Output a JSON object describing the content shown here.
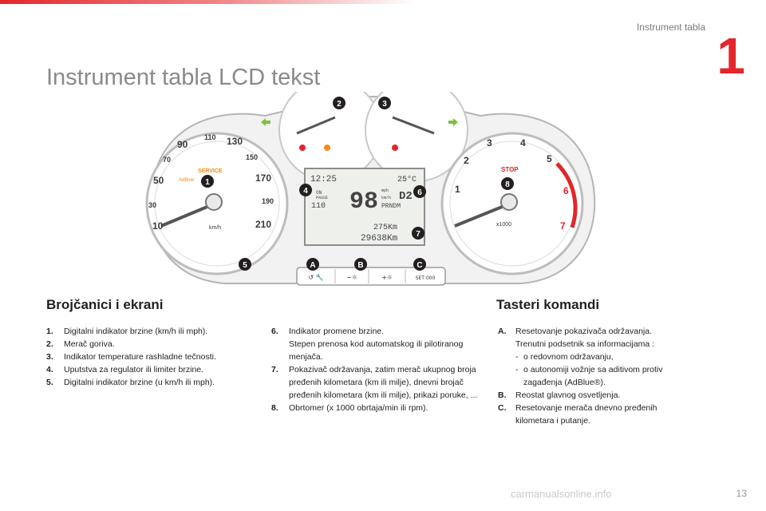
{
  "header": {
    "section_title": "Instrument tabla",
    "chapter_number": "1",
    "page_title": "Instrument tabla LCD tekst",
    "accent_color": "#e3262a"
  },
  "dashboard": {
    "speedo_ticks": [
      "10",
      "30",
      "50",
      "70",
      "90",
      "110",
      "130",
      "150",
      "170",
      "190",
      "210"
    ],
    "speedo_unit": "km/h",
    "service_label": "SERVICE",
    "adblue_label": "AdBlue",
    "tacho_ticks": [
      "1",
      "2",
      "3",
      "4",
      "5",
      "6",
      "7"
    ],
    "tacho_unit": "x1000",
    "stop_label": "STOP",
    "lcd": {
      "time": "12:25",
      "outside_temp": "25°C",
      "speed_big": "98",
      "gear": "D2",
      "mph_label": "mph",
      "kmh_label": "km/h",
      "gear_strip": "PRNDM",
      "limiter_state": "ON",
      "limiter_mode": "PAUSE",
      "limiter_speed": "110",
      "trip": "275Km",
      "odometer": "29638Km"
    },
    "callouts": [
      "1",
      "2",
      "3",
      "4",
      "5",
      "6",
      "7",
      "8"
    ],
    "buttons": [
      {
        "letter": "A",
        "label": "↺ 🔧"
      },
      {
        "letter": "B",
        "label": "−☼"
      },
      {
        "letter": "C",
        "label": "SET 000"
      }
    ],
    "button_plus_label": "+☼"
  },
  "left_column": {
    "heading": "Brojčanici i ekrani",
    "items": [
      {
        "num": "1.",
        "text": "Digitalni indikator brzine (km/h ili mph)."
      },
      {
        "num": "2.",
        "text": "Merač goriva."
      },
      {
        "num": "3.",
        "text": "Indikator temperature rashladne tečnosti."
      },
      {
        "num": "4.",
        "text": "Uputstva za regulator ili limiter brzine."
      },
      {
        "num": "5.",
        "text": "Digitalni indikator brzine (u km/h ili mph)."
      }
    ]
  },
  "middle_column": {
    "items": [
      {
        "num": "6.",
        "text": "Indikator promene brzine.",
        "text2": "Stepen prenosa kod automatskog ili pilotiranog menjača."
      },
      {
        "num": "7.",
        "text": "Pokazivač održavanja, zatim merač ukupnog broja pređenih kilometara (km ili milje), dnevni brojač pređenih kilometara (km ili milje), prikazi poruke, ..."
      },
      {
        "num": "8.",
        "text": "Obrtomer (x 1000 obrtaja/min ili rpm)."
      }
    ]
  },
  "right_column": {
    "heading": "Tasteri komandi",
    "item_a_num": "A.",
    "item_a_text": "Resetovanje pokazivača održavanja.",
    "item_a_text2": "Trenutni podsetnik sa informacijama :",
    "sub_items": [
      "o redovnom održavanju,",
      "o autonomiji vožnje sa aditivom protiv zagađenja (AdBlue®)."
    ],
    "item_b_num": "B.",
    "item_b_text": "Reostat glavnog osvetljenja.",
    "item_c_num": "C.",
    "item_c_text": "Resetovanje merača dnevno pređenih kilometara i putanje."
  },
  "footer": {
    "page_number": "13",
    "watermark": "carmanualsonline.info"
  }
}
